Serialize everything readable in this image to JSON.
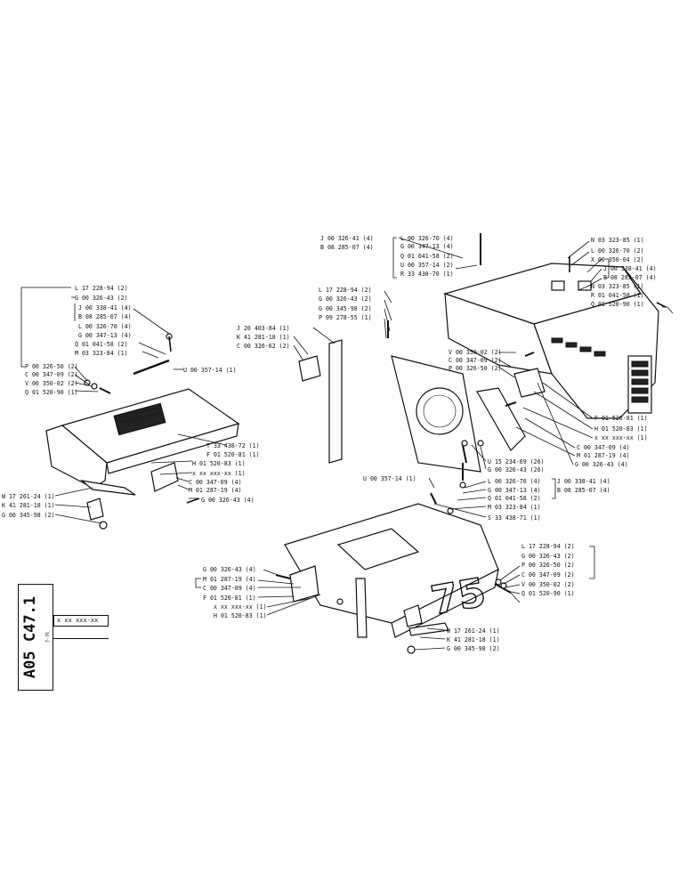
{
  "title_block": {
    "doc_id": "A05 C47.1",
    "date": "7-76",
    "ref": "x xx xxx-xx"
  },
  "figure": {
    "big_number": "75",
    "callouts": [
      {
        "text": "L 17 228-94 (2)"
      },
      {
        "text": "G 00 326-43 (2)"
      },
      {
        "text": "J 00 338-41 (4)"
      },
      {
        "text": "B 08 285-07 (4)"
      },
      {
        "text": "L 00 326-70 (4)"
      },
      {
        "text": "G 00 347-13 (4)"
      },
      {
        "text": "Q 01 041-58 (2)"
      },
      {
        "text": "M 03 323-84 (1)"
      },
      {
        "text": "U 00 357-14 (1)"
      },
      {
        "text": "P 00 326-50 (2)"
      },
      {
        "text": "C 00 347-09 (2)"
      },
      {
        "text": "V 00 350-02 (2)"
      },
      {
        "text": "Q 01 520-90 (1)"
      },
      {
        "text": "T 33 438-72 (1)"
      },
      {
        "text": "F 01 520-81 (1)"
      },
      {
        "text": "H 01 520-83 (1)"
      },
      {
        "text": "x xx xxx-xx (1)"
      },
      {
        "text": "C 00 347-09 (4)"
      },
      {
        "text": "M 01 287-19 (4)"
      },
      {
        "text": "G 00 326-43 (4)"
      },
      {
        "text": "W 17 261-24 (1)"
      },
      {
        "text": "K 41 281-18 (1)"
      },
      {
        "text": "G 00 345-98 (2)"
      },
      {
        "text": "J 00 326-41 (4)"
      },
      {
        "text": "B 08 285-07 (4)"
      },
      {
        "text": "L 00 326-70 (4)"
      },
      {
        "text": "G 00 347-13 (4)"
      },
      {
        "text": "Q 01 041-58 (2)"
      },
      {
        "text": "U 00 357-14 (2)"
      },
      {
        "text": "R 33 438-70 (1)"
      },
      {
        "text": "N 03 323-85 (1)"
      },
      {
        "text": "L 00 326-70 (2)"
      },
      {
        "text": "X 00 350-04 (2)"
      },
      {
        "text": "J 00 338-41 (4)"
      },
      {
        "text": "B 08 285-07 (4)"
      },
      {
        "text": "N 03 323-85 (1)"
      },
      {
        "text": "R 01 041-58 (1)"
      },
      {
        "text": "Q 01 520-90 (1)"
      },
      {
        "text": "L 17 228-94 (2)"
      },
      {
        "text": "G 00 326-43 (2)"
      },
      {
        "text": "G 00 345-98 (2)"
      },
      {
        "text": "P 09 278-55 (1)"
      },
      {
        "text": "J 20 403-84 (1)"
      },
      {
        "text": "K 41 281-18 (1)"
      },
      {
        "text": "C 00 326-62 (2)"
      },
      {
        "text": "V 00 350-02 (2)"
      },
      {
        "text": "C 00 347-09 (2)"
      },
      {
        "text": "P 00 326-50 (2)"
      },
      {
        "text": "F 01 520-81 (1)"
      },
      {
        "text": "H 01 520-83 (1)"
      },
      {
        "text": "x xx xxx-xx (1)"
      },
      {
        "text": "C 00 347-09 (4)"
      },
      {
        "text": "M 01 287-19 (4)"
      },
      {
        "text": "G 00 326-43 (4)"
      },
      {
        "text": "U 15 234-69 (26)"
      },
      {
        "text": "G 00 326-43 (26)"
      },
      {
        "text": "U 00 357-14 (1)"
      },
      {
        "text": "L 00 326-70 (4)"
      },
      {
        "text": "G 00 347-13 (4)"
      },
      {
        "text": "Q 01 041-58 (2)"
      },
      {
        "text": "M 03 323-84 (1)"
      },
      {
        "text": "J 00 338-41 (4)"
      },
      {
        "text": "B 08 285-07 (4)"
      },
      {
        "text": "S 33 438-71 (1)"
      },
      {
        "text": "L 17 228-94 (2)"
      },
      {
        "text": "G 00 326-43 (2)"
      },
      {
        "text": "P 00 326-50 (2)"
      },
      {
        "text": "C 00 347-09 (2)"
      },
      {
        "text": "V 00 350-02 (2)"
      },
      {
        "text": "Q 01 520-90 (1)"
      },
      {
        "text": "G 00 326-43 (4)"
      },
      {
        "text": "M 01 287-19 (4)"
      },
      {
        "text": "C 00 347-09 (4)"
      },
      {
        "text": "F 01 520-81 (1)"
      },
      {
        "text": "x xx xxx-xx (1)"
      },
      {
        "text": "H 01 520-83 (1)"
      },
      {
        "text": "W 17 261-24 (1)"
      },
      {
        "text": "K 41 281-18 (1)"
      },
      {
        "text": "G 00 345-98 (2)"
      }
    ]
  }
}
